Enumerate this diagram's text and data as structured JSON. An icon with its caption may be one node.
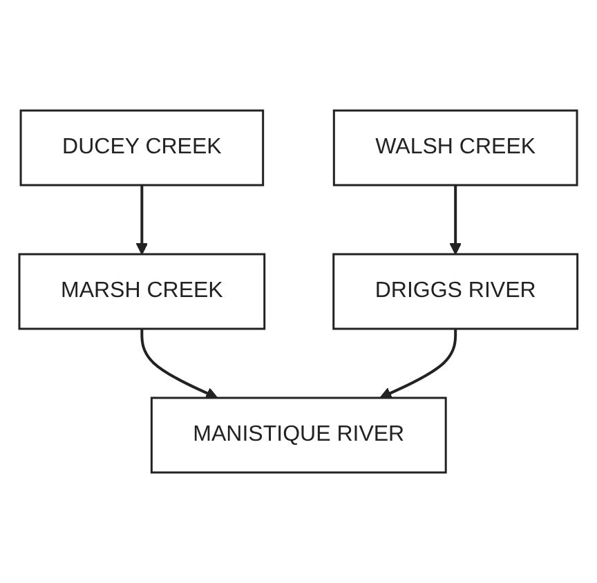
{
  "diagram": {
    "nodes": [
      {
        "text": [
          "DUCEY CREEK"
        ]
      },
      {
        "text": [
          "WALSH CREEK"
        ]
      },
      {
        "text": [
          "MARSH CREEK"
        ]
      },
      {
        "text": [
          "DRIGGS RIVER"
        ]
      },
      {
        "text": [
          "MANISTIQUE RIVER"
        ]
      }
    ],
    "edges": [
      {
        "from": 0,
        "to": 2,
        "arrow": "to"
      },
      {
        "from": 1,
        "to": 3,
        "arrow": "to"
      },
      {
        "from": 2,
        "to": 4,
        "arrow": "to"
      },
      {
        "from": 3,
        "to": 4,
        "arrow": "to"
      }
    ]
  }
}
